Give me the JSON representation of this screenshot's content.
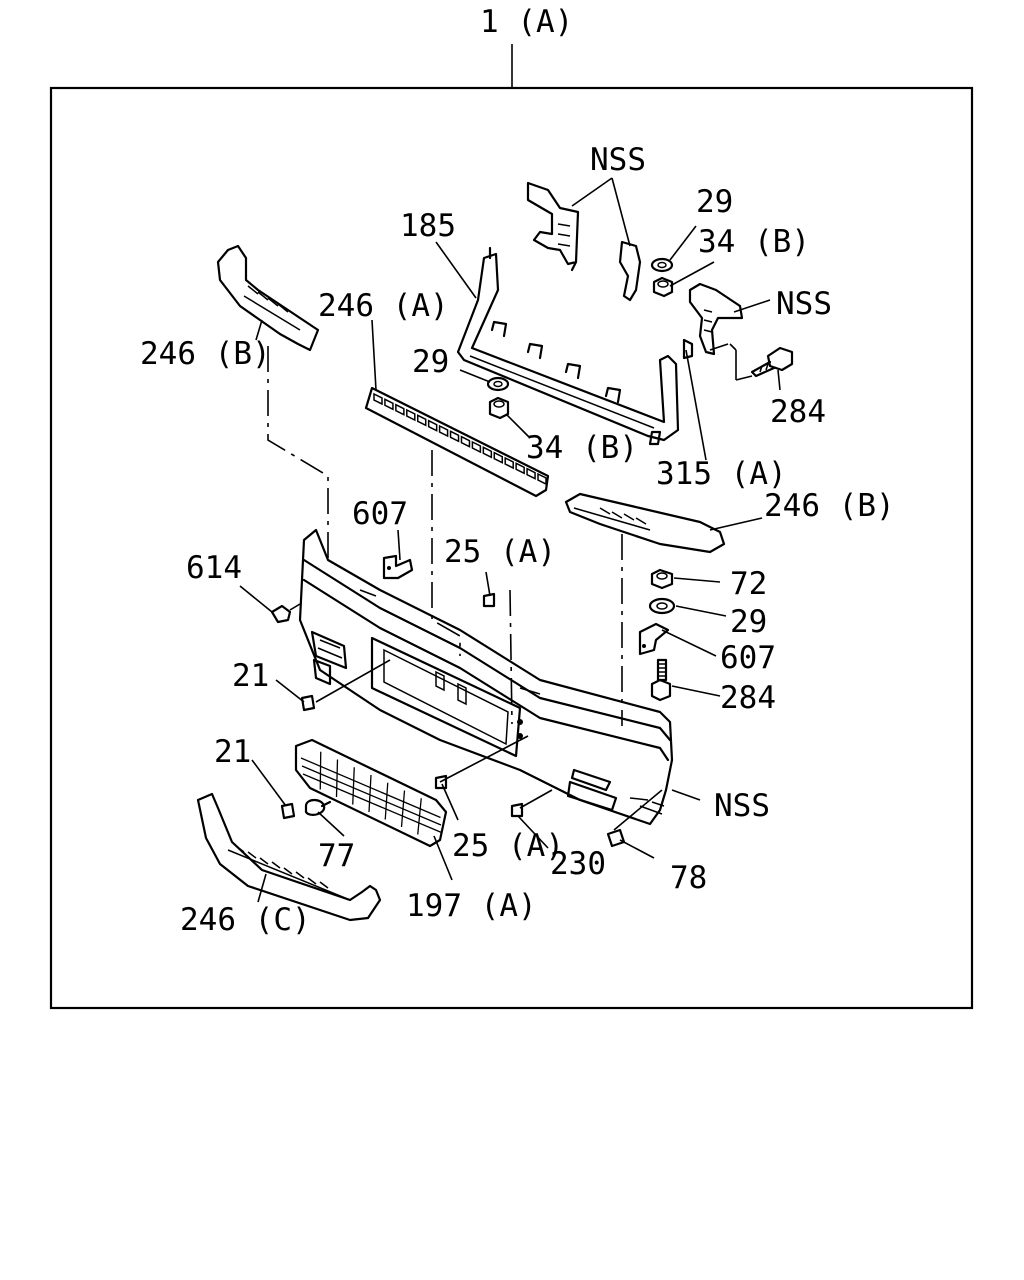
{
  "labels": {
    "assembly": "1 (A)",
    "nss_top": "NSS",
    "l29_top": "29",
    "l34b_top": "34 (B)",
    "nss_mid": "NSS",
    "l185": "185",
    "l246a": "246 (A)",
    "l246b_left": "246 (B)",
    "l29_mid": "29",
    "l284_top": "284",
    "l34b_mid": "34 (B)",
    "l315a": "315 (A)",
    "l246b_right": "246 (B)",
    "l607_left": "607",
    "l25a_top": "25 (A)",
    "l614": "614",
    "l72": "72",
    "l29_right": "29",
    "l607_right": "607",
    "l21_top": "21",
    "l284_right": "284",
    "l21_bottom": "21",
    "nss_bottom": "NSS",
    "l77": "77",
    "l25a_bottom": "25 (A)",
    "l230": "230",
    "l78": "78",
    "l197a": "197 (A)",
    "l246c": "246 (C)"
  }
}
